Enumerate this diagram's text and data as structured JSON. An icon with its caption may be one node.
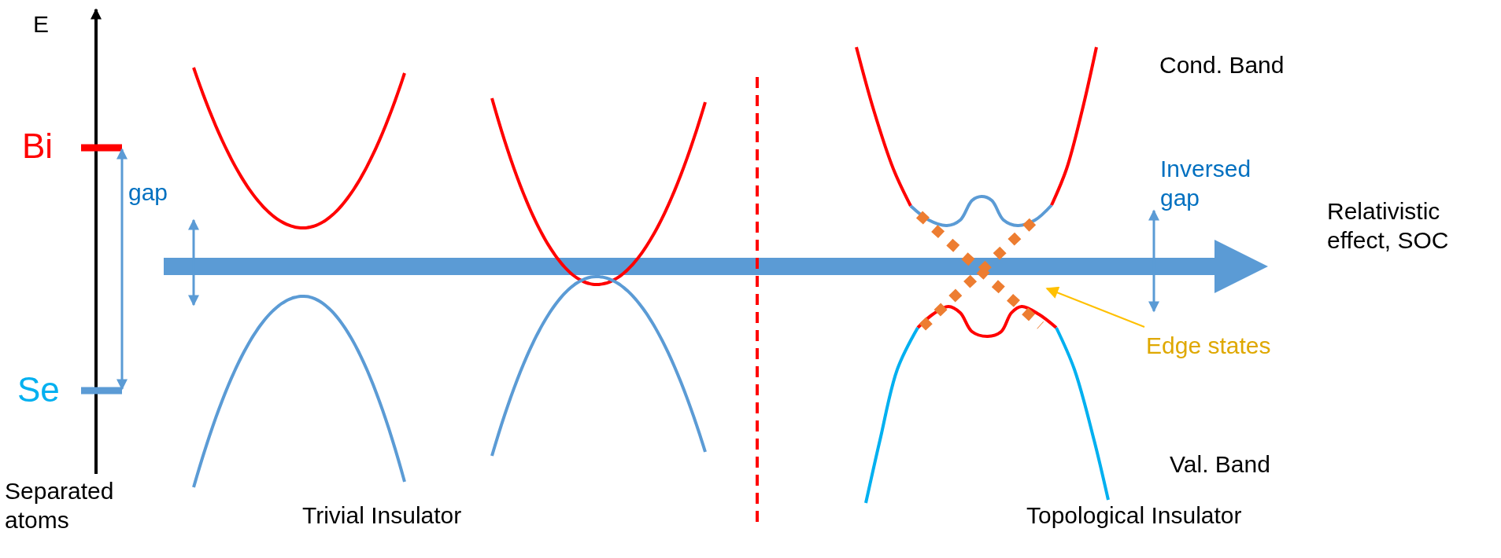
{
  "diagram": {
    "nodes": [
      {
        "text": [
          "Edge states"
        ]
      },
      {
        "text": [],
        "shape": "picture"
      }
    ],
    "edges": [
      {
        "from": 0,
        "to": 1,
        "arrow": "to"
      }
    ],
    "labels": [
      "E",
      "Cond. Band",
      "Bi",
      "Inversed gap",
      "gap",
      "Relativistic effect, SOC",
      "Se",
      "Val. Band",
      "Separated atoms",
      "Trivial Insulator",
      "Topological Insulator"
    ]
  }
}
